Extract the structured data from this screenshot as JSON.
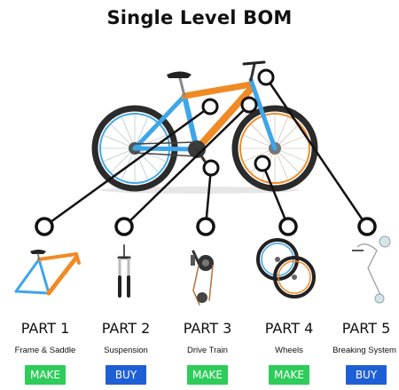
{
  "title": "Single Level BOM",
  "colors": {
    "make": "#2ecc5a",
    "buy": "#1f5fd6",
    "frame_blue": "#3ea6e8",
    "frame_orange": "#f08a24",
    "line": "#111111"
  },
  "parts": [
    {
      "label": "PART 1",
      "desc": "Frame & Saddle",
      "action": "MAKE",
      "icon": "frame-icon"
    },
    {
      "label": "PART 2",
      "desc": "Suspension",
      "action": "BUY",
      "icon": "suspension-fork-icon"
    },
    {
      "label": "PART 3",
      "desc": "Drive Train",
      "action": "MAKE",
      "icon": "drive-train-icon"
    },
    {
      "label": "PART 4",
      "desc": "Wheels",
      "action": "MAKE",
      "icon": "wheels-icon"
    },
    {
      "label": "PART 5",
      "desc": "Breaking System",
      "action": "BUY",
      "icon": "brake-system-icon"
    }
  ]
}
